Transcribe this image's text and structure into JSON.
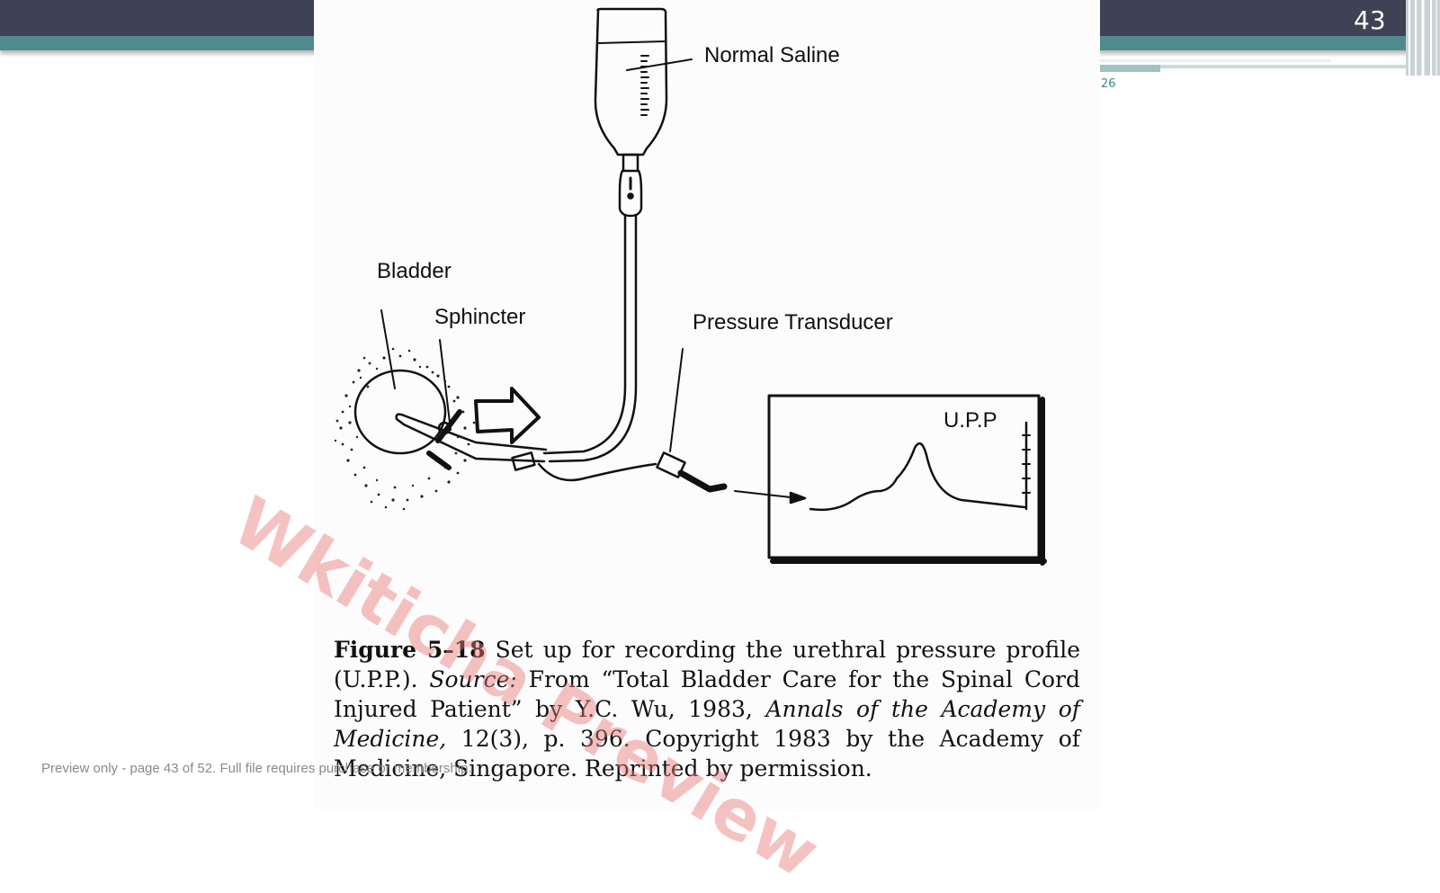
{
  "slide": {
    "number": "43",
    "small_ref": "26"
  },
  "figure": {
    "labels": {
      "normal_saline": "Normal Saline",
      "bladder": "Bladder",
      "sphincter": "Sphincter",
      "pressure_transducer": "Pressure Transducer",
      "upp": "U.P.P"
    },
    "caption": {
      "figure_id": "Figure 5–18",
      "text1": " Set up for recording the urethral pressure profile (U.P.P.). ",
      "source_label": "Source:",
      "text2": " From “Total Bladder Care for the Spinal Cord Injured Patient” by Y.C. Wu, 1983, ",
      "journal": "Annals of the Academy of Medicine,",
      "text3": " 12(3), p. 396. Copyright 1983 by the Academy of Medicine, Singapore. Reprinted by permission."
    }
  },
  "watermark": "Wkiticha Preview",
  "preview_note": "Preview only - page 43 of 52. Full file requires purchase or membership.",
  "colors": {
    "top_bar": "#3f4254",
    "teal_band": "#4e8a8e",
    "watermark": "#e87878"
  }
}
